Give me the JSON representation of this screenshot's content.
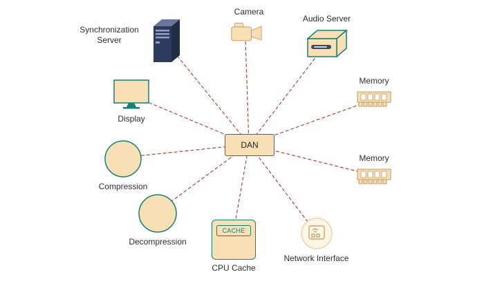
{
  "center_node": {
    "label": "DAN"
  },
  "nodes": {
    "sync_server": {
      "label": "Synchronization Server",
      "icon": "server-tower-icon"
    },
    "camera": {
      "label": "Camera",
      "icon": "video-camera-icon"
    },
    "audio_server": {
      "label": "Audio Server",
      "icon": "server-box-icon"
    },
    "memory_top": {
      "label": "Memory",
      "icon": "ram-stick-icon"
    },
    "memory_bottom": {
      "label": "Memory",
      "icon": "ram-stick-icon"
    },
    "display": {
      "label": "Display",
      "icon": "monitor-icon"
    },
    "compression": {
      "label": "Compression",
      "icon": "circle-shape"
    },
    "decompression": {
      "label": "Decompression",
      "icon": "circle-shape"
    },
    "cpu_cache": {
      "label": "CPU Cache",
      "inner_label": "CACHE",
      "icon": "cache-square"
    },
    "network_interface": {
      "label": "Network Interface",
      "icon": "network-card-icon"
    }
  },
  "edges": [
    {
      "from": "DAN",
      "to": "Synchronization Server",
      "style": "dashed"
    },
    {
      "from": "DAN",
      "to": "Camera",
      "style": "dashed"
    },
    {
      "from": "DAN",
      "to": "Audio Server",
      "style": "dashed"
    },
    {
      "from": "DAN",
      "to": "Memory (top)",
      "style": "dashed"
    },
    {
      "from": "DAN",
      "to": "Memory (bottom)",
      "style": "dashed"
    },
    {
      "from": "DAN",
      "to": "Display",
      "style": "dashed"
    },
    {
      "from": "DAN",
      "to": "Compression",
      "style": "dashed"
    },
    {
      "from": "DAN",
      "to": "Decompression",
      "style": "dashed"
    },
    {
      "from": "DAN",
      "to": "CPU Cache",
      "style": "dashed"
    },
    {
      "from": "DAN",
      "to": "Network Interface",
      "style": "dashed"
    }
  ],
  "colors": {
    "edge": "#b2483c",
    "node_fill": "#f8dfb6",
    "node_stroke": "#c39a5e",
    "teal": "#11836f",
    "server_front": "#2e3a5c",
    "server_side": "#222b47",
    "server_top": "#6b7499",
    "server_stripe": "#93a0c4",
    "slot_dark": "#3c4858",
    "netif_fill": "#fdf5e6",
    "netif_stroke": "#e9d6ae",
    "netif_icon": "#c9a36b",
    "label_text": "#2f2f2f"
  }
}
